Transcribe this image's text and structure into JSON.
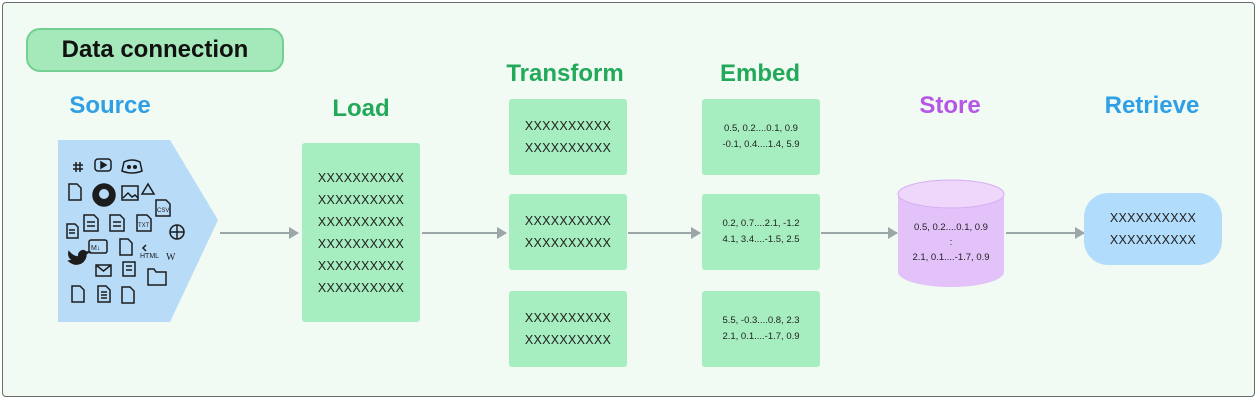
{
  "header": {
    "title": "Data connection"
  },
  "stages": {
    "source": "Source",
    "load": "Load",
    "transform": "Transform",
    "embed": "Embed",
    "store": "Store",
    "retrieve": "Retrieve"
  },
  "load_box": {
    "lines": [
      "XXXXXXXXXX",
      "XXXXXXXXXX",
      "XXXXXXXXXX",
      "XXXXXXXXXX",
      "XXXXXXXXXX",
      "XXXXXXXXXX"
    ]
  },
  "transform_boxes": [
    {
      "lines": [
        "XXXXXXXXXX",
        "XXXXXXXXXX"
      ]
    },
    {
      "lines": [
        "XXXXXXXXXX",
        "XXXXXXXXXX"
      ]
    },
    {
      "lines": [
        "XXXXXXXXXX",
        "XXXXXXXXXX"
      ]
    }
  ],
  "embed_boxes": [
    {
      "lines": [
        "0.5, 0.2....0.1, 0.9",
        "-0.1, 0.4....1.4, 5.9"
      ]
    },
    {
      "lines": [
        "0.2, 0.7....2.1, -1.2",
        "4.1, 3.4....-1.5, 2.5"
      ]
    },
    {
      "lines": [
        "5.5, -0.3....0.8, 2.3",
        "2.1, 0.1....-1.7, 0.9"
      ]
    }
  ],
  "store_db": {
    "lines": [
      "0.5, 0.2....0.1, 0.9",
      ":",
      "2.1, 0.1....-1.7, 0.9"
    ]
  },
  "retrieve_box": {
    "lines": [
      "XXXXXXXXXX",
      "XXXXXXXXXX"
    ]
  },
  "source_icons": {
    "icons": [
      "slack-icon",
      "youtube-icon",
      "discord-icon",
      "file-icon",
      "github-icon",
      "image-icon",
      "google-drive-icon",
      "csv-file-icon",
      "doc-file-icon",
      "epub-file-icon",
      "txt-file-icon",
      "web-icon",
      "markdown-icon",
      "pdf-file-icon",
      "html-icon",
      "wikipedia-icon",
      "twitter-icon",
      "email-icon",
      "notion-icon",
      "folder-icon",
      "file-icon",
      "document-icon",
      "file-icon"
    ],
    "labels": {
      "csv": "CSV",
      "txt": "TXT",
      "html": "HTML",
      "markdown": "M↓",
      "wiki": "W"
    }
  },
  "colors": {
    "background": "#f1faf3",
    "green_box": "#a6edbf",
    "source_blue": "#b8dbf8",
    "store_purple": "#e2c2f8",
    "retrieve_blue": "#b2dcfb",
    "arrow": "#9aa7a6"
  }
}
